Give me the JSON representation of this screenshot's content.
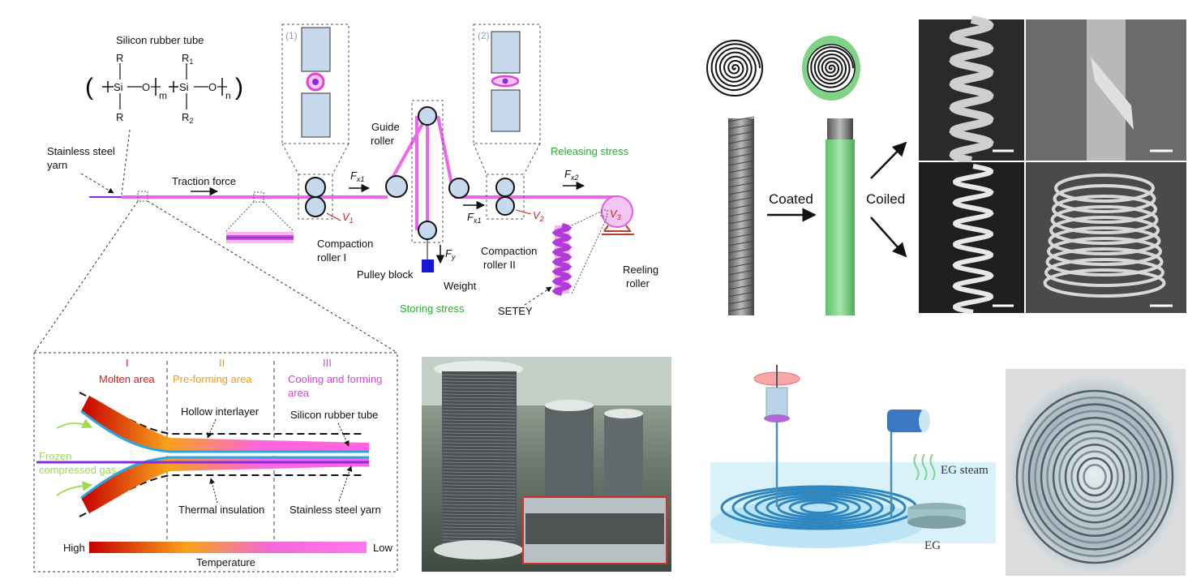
{
  "top_left": {
    "silicon_title": "Silicon rubber tube",
    "formula": {
      "open_paren": "(",
      "close_paren": ")",
      "R": "R",
      "R1": "R",
      "R1_sub": "1",
      "R2": "R",
      "R2_sub": "2",
      "Si": "Si",
      "O": "O",
      "m": "m",
      "n": "n"
    },
    "stainless_yarn_line1": "Stainless steel",
    "stainless_yarn_line2": "yarn",
    "traction_force": "Traction force",
    "inset1_label": "(1)",
    "inset2_label": "(2)",
    "guide_roller_line1": "Guide",
    "guide_roller_line2": "roller",
    "releasing_stress": "Releasing stress",
    "storing_stress": "Storing stress",
    "F": "F",
    "x1": "x1",
    "x2": "x2",
    "y": "y",
    "V": "V",
    "sub1": "1",
    "sub2": "2",
    "sub3": "3",
    "compaction1_line1": "Compaction",
    "compaction1_line2": "roller I",
    "compaction2_line1": "Compaction",
    "compaction2_line2": "roller II",
    "pulley_block": "Pulley block",
    "weight": "Weight",
    "setey": "SETEY",
    "reeling_line1": "Reeling",
    "reeling_line2": "roller"
  },
  "bottom_left": {
    "zone1_num": "I",
    "zone1_name": "Molten area",
    "zone2_num": "II",
    "zone2_name": "Pre-forming area",
    "zone3_num": "III",
    "zone3_line1": "Cooling and forming",
    "zone3_line2": "area",
    "hollow_interlayer": "Hollow interlayer",
    "silicon_rubber_tube": "Silicon rubber tube",
    "frozen_line1": "Frozen",
    "frozen_line2": "compressed gas",
    "thermal_insulation": "Thermal insulation",
    "stainless_steel_yarn": "Stainless steel yarn",
    "high": "High",
    "low": "Low",
    "temperature": "Temperature"
  },
  "top_right": {
    "coated": "Coated",
    "coiled": "Coiled"
  },
  "bottom_right": {
    "eg_steam": "EG steam",
    "eg": "EG"
  },
  "colors": {
    "magenta": "#ee66ee",
    "roller_fill": "#c7d9ec",
    "purple": "#8a2be2",
    "green_text": "#27ae2e",
    "red_text": "#d81b1b",
    "orange_text": "#f39c12",
    "pink_text": "#e040e0",
    "coated_green": "#7fd387"
  }
}
